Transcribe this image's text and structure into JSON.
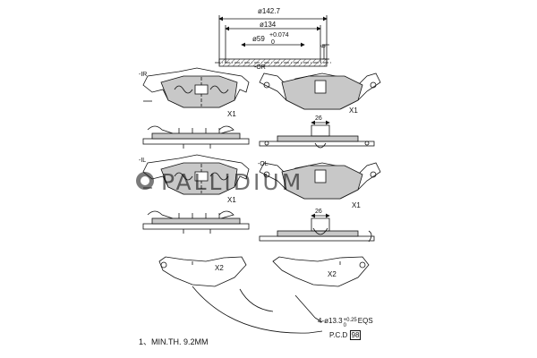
{
  "dimensions": {
    "outer_diameter": "ø142.7",
    "inner_diameter": "ø134",
    "hub_diameter": "ø59",
    "hub_tolerance_upper": "+0.074",
    "hub_tolerance_lower": "0",
    "thickness": "6"
  },
  "views": {
    "inner_right": "-IR",
    "outer_right": "-OR",
    "inner_left": "-IL",
    "outer_left": "-OL"
  },
  "quantities": {
    "q1": "X1",
    "q2": "X1",
    "q3": "X1",
    "q4": "X1",
    "q5": "X2",
    "q6": "X2"
  },
  "clip_widths": {
    "upper": "26",
    "lower": "26"
  },
  "bolt_pattern": {
    "holes": "4-ø13.3",
    "tolerance": "+0.25",
    "tolerance_lower": "0",
    "eqs": "EQS",
    "pcd_label": "P.C.D",
    "pcd_value": "98"
  },
  "notes": {
    "min_thickness": "1、MIN.TH. 9.2MM"
  },
  "watermark": "PALLIDIUM",
  "colors": {
    "line": "#111111",
    "pad_fill": "#c8c8c8",
    "hatch": "#555555"
  }
}
